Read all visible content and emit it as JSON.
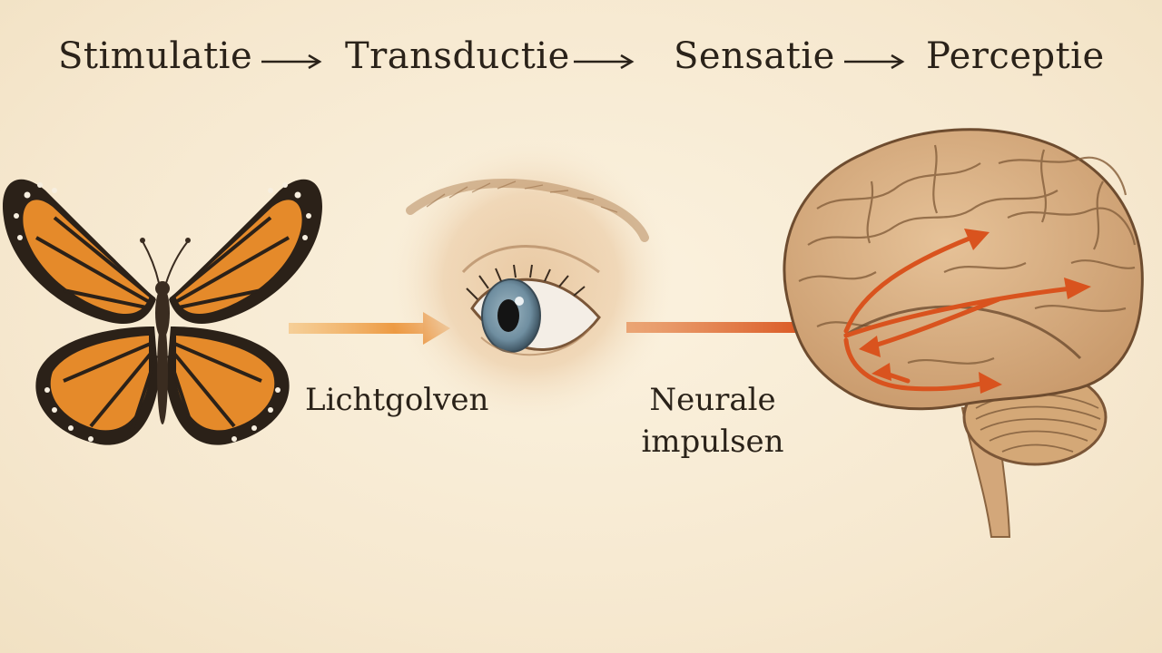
{
  "stages": [
    "Stimulatie",
    "Transductie",
    "Sensatie",
    "Perceptie"
  ],
  "labels": {
    "light_waves": "Lichtgolven",
    "neural_impulses": "Neurale impulsen"
  },
  "colors": {
    "background": "#f8ecd6",
    "light_arrow": "#e8821f",
    "neural_arrow": "#d9531e",
    "wing_orange": "#e58a2a",
    "wing_black": "#2b2118",
    "brain": "#d7aa7c",
    "iris": "#6f8ea0",
    "text": "#2a2219"
  },
  "icons": [
    "butterfly-illustration",
    "eye-illustration",
    "brain-illustration"
  ]
}
